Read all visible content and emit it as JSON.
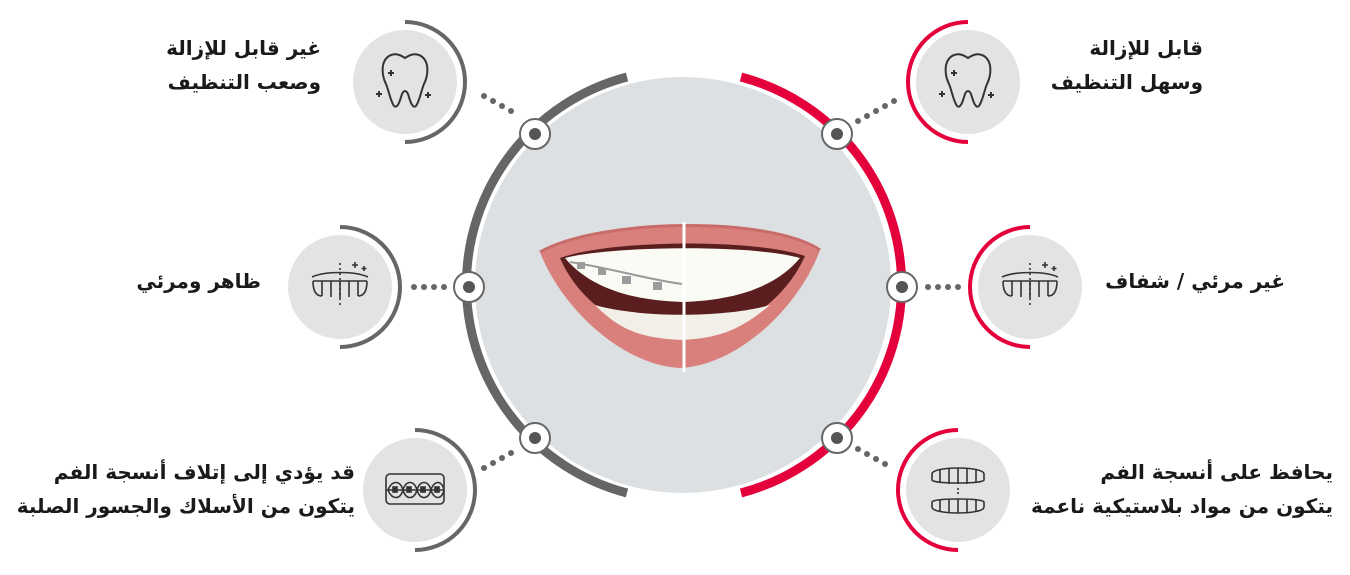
{
  "colors": {
    "accent": "#e4003a",
    "neutral": "#666666",
    "circle_fill": "#dde0e3",
    "icon_bg": "#e3e3e3"
  },
  "left": {
    "items": [
      {
        "lines": [
          "غير قابل للإزالة",
          "وصعب التنظيف"
        ],
        "icon": "sparkling-tooth-icon"
      },
      {
        "lines": [
          "ظاهر ومرئي"
        ],
        "icon": "visible-teeth-icon"
      },
      {
        "lines": [
          "قد يؤدي إلى إتلاف أنسجة الفم",
          "يتكون من الأسلاك والجسور الصلبة"
        ],
        "icon": "braces-teeth-icon"
      }
    ]
  },
  "right": {
    "items": [
      {
        "lines": [
          "قابل للإزالة",
          "وسهل التنظيف"
        ],
        "icon": "sparkling-tooth-icon"
      },
      {
        "lines": [
          "غير مرئي / شفاف"
        ],
        "icon": "clear-aligner-teeth-icon"
      },
      {
        "lines": [
          "يحافظ على أنسجة الفم",
          "يتكون من مواد بلاستيكية ناعمة"
        ],
        "icon": "open-aligner-teeth-icon"
      }
    ]
  },
  "center": {
    "image": "smile-braces-vs-aligner"
  }
}
